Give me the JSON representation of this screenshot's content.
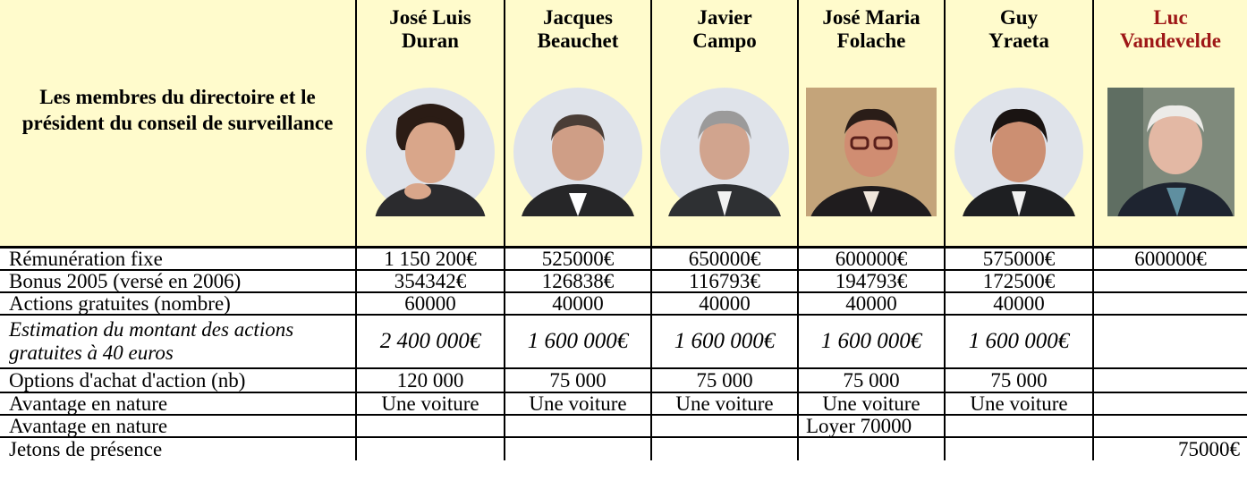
{
  "table": {
    "heading": "Les membres du directoire et le président du conseil de surveillance",
    "people": [
      {
        "first": "José Luis",
        "last": "Duran"
      },
      {
        "first": "Jacques",
        "last": "Beauchet"
      },
      {
        "first": "Javier",
        "last": "Campo"
      },
      {
        "first": "José Maria",
        "last": "Folache"
      },
      {
        "first": "Guy",
        "last": "Yraeta"
      },
      {
        "first": "Luc",
        "last": "Vandevelde"
      }
    ],
    "rows": [
      {
        "label": "Rémunération fixe",
        "values": [
          "1 150 200€",
          "525000€",
          "650000€",
          "600000€",
          "575000€",
          "600000€"
        ]
      },
      {
        "label": "Bonus 2005 (versé en 2006)",
        "values": [
          "354342€",
          "126838€",
          "116793€",
          "194793€",
          "172500€",
          ""
        ]
      },
      {
        "label": "Actions gratuites (nombre)",
        "values": [
          "60000",
          "40000",
          "40000",
          "40000",
          "40000",
          ""
        ]
      },
      {
        "label": "Estimation du montant des actions gratuites à 40 euros",
        "values": [
          "2 400 000€",
          "1 600 000€",
          "1 600 000€",
          "1 600 000€",
          "1 600 000€",
          ""
        ]
      },
      {
        "label": "Options d'achat d'action (nb)",
        "values": [
          "120 000",
          "75 000",
          "75 000",
          "75 000",
          "75 000",
          ""
        ]
      },
      {
        "label": "Avantage en nature",
        "values": [
          "Une voiture",
          "Une voiture",
          "Une voiture",
          "Une voiture",
          "Une voiture",
          ""
        ]
      },
      {
        "label": "Avantage en nature",
        "values": [
          "",
          "",
          "",
          "Loyer 70000",
          "",
          ""
        ]
      },
      {
        "label": "Jetons de présence",
        "values": [
          "",
          "",
          "",
          "",
          "",
          "75000€"
        ]
      }
    ]
  },
  "colors": {
    "header_bg": "#fffbcc",
    "highlight_name": "#9e1717",
    "border": "#000000"
  }
}
